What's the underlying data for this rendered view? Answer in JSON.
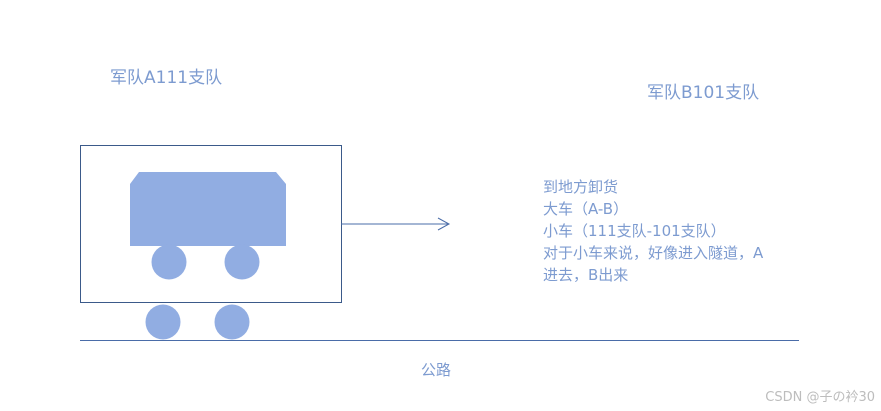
{
  "labels": {
    "unit_a": "军队A111支队",
    "unit_b": "军队B101支队",
    "road": "公路"
  },
  "notes": [
    "到地方卸货",
    "大车（A-B）",
    "小车（111支队-101支队）",
    "对于小车来说，好像进入隧道，A",
    "进去，B出来"
  ],
  "watermark": "CSDN @子の衿30",
  "colors": {
    "text": "#7d9bd0",
    "shape_fill": "#91ade2",
    "line": "#4a6ca8",
    "frame": "#3b5a8a"
  }
}
